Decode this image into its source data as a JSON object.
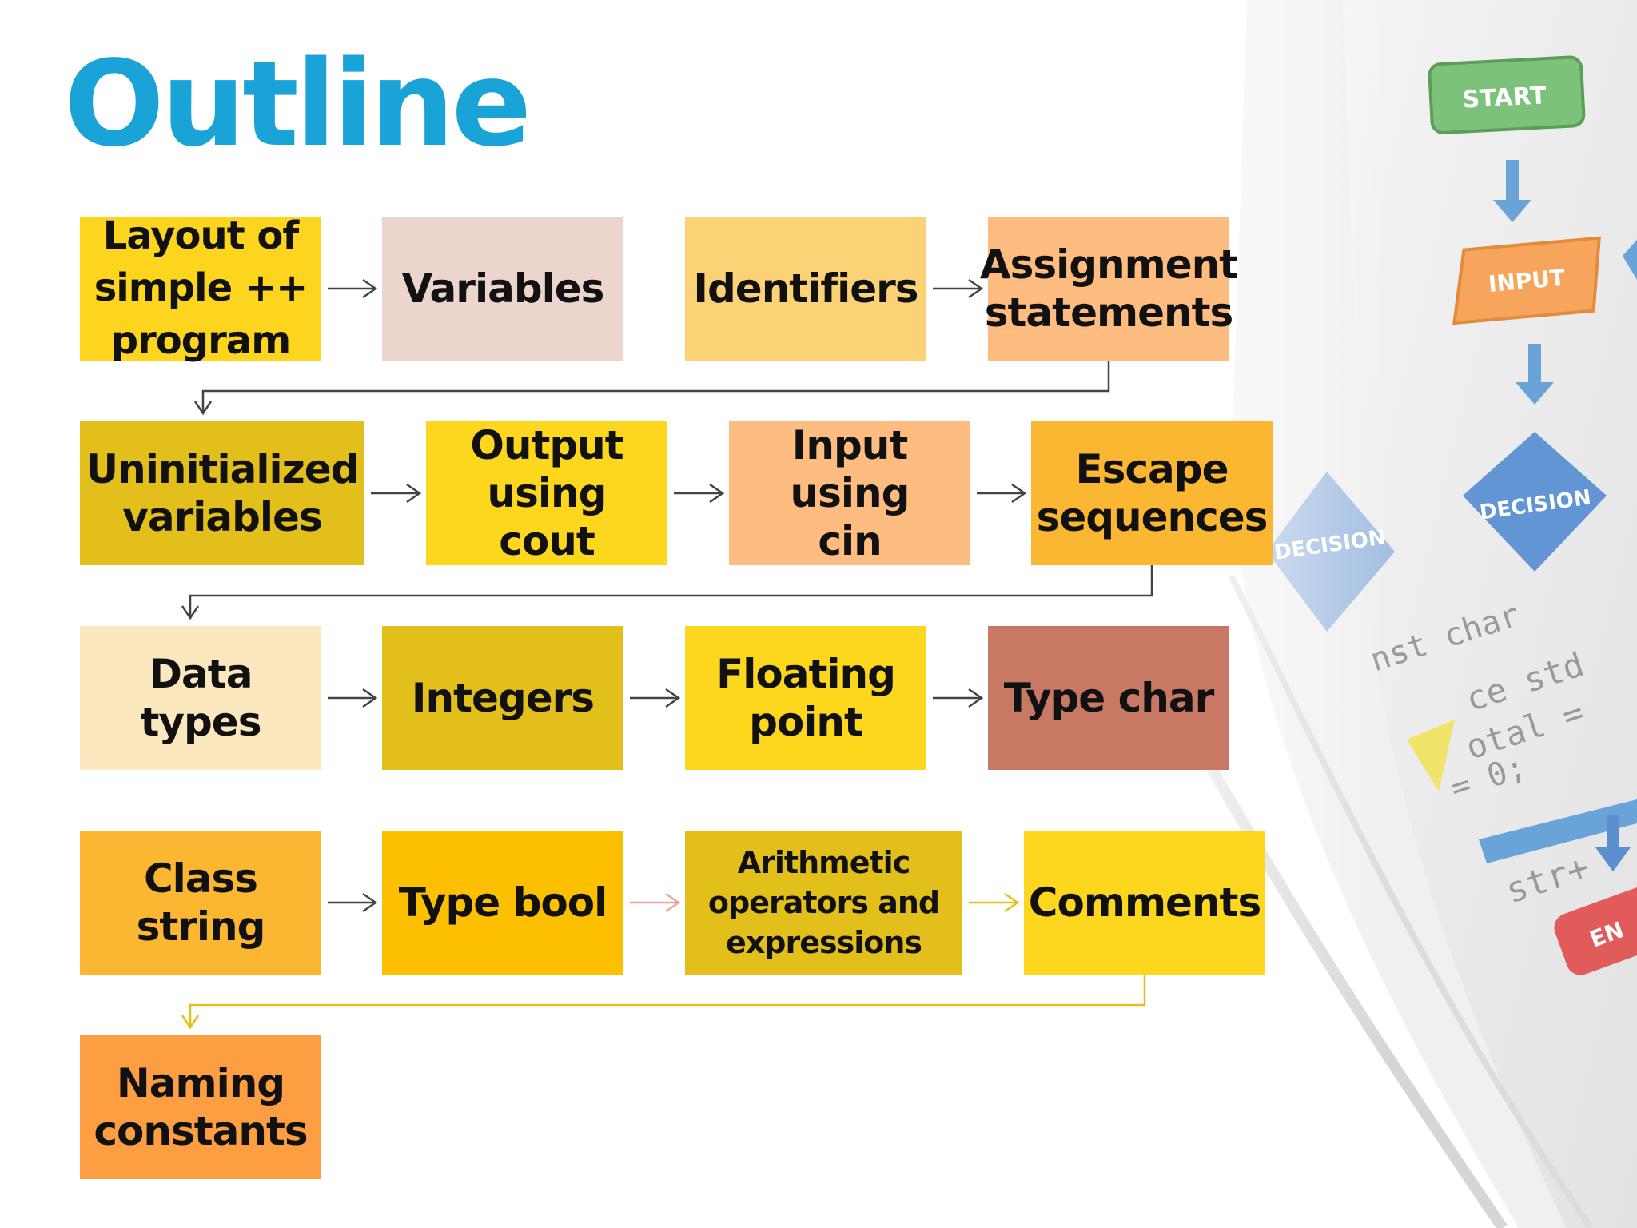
{
  "title": "Outline",
  "nodes": [
    {
      "id": "layout",
      "label": "Layout of\nsimple ++\nprogram",
      "color": "#fdd51e"
    },
    {
      "id": "variables",
      "label": "Variables",
      "color": "#ebd5cc"
    },
    {
      "id": "identifiers",
      "label": "Identifiers",
      "color": "#fbd275"
    },
    {
      "id": "assignment",
      "label": "Assignment\nstatements",
      "color": "#ffbc80"
    },
    {
      "id": "uninitialized",
      "label": "Uninitialized\nvariables",
      "color": "#e3bf1c"
    },
    {
      "id": "output",
      "label": "Output\nusing cout",
      "color": "#fdd61e"
    },
    {
      "id": "input",
      "label": "Input using\ncin",
      "color": "#ffbc80"
    },
    {
      "id": "escape",
      "label": "Escape\nsequences",
      "color": "#fbb732"
    },
    {
      "id": "datatypes",
      "label": "Data types",
      "color": "#fbe8be"
    },
    {
      "id": "integers",
      "label": "Integers",
      "color": "#e3bf1c"
    },
    {
      "id": "floating",
      "label": "Floating\npoint",
      "color": "#fdd61e"
    },
    {
      "id": "typechar",
      "label": "Type char",
      "color": "#c77963"
    },
    {
      "id": "classstring",
      "label": "Class string",
      "color": "#fbb732"
    },
    {
      "id": "typebool",
      "label": "Type bool",
      "color": "#fdc000"
    },
    {
      "id": "arithmetic",
      "label": "Arithmetic\noperators and\nexpressions",
      "color": "#e3bf1c"
    },
    {
      "id": "comments",
      "label": "Comments",
      "color": "#fdd61e"
    },
    {
      "id": "naming",
      "label": "Naming\nconstants",
      "color": "#fd9e42"
    }
  ],
  "edges": [
    {
      "from": "layout",
      "to": "variables",
      "color": "#444444"
    },
    {
      "from": "identifiers",
      "to": "assignment",
      "color": "#444444"
    },
    {
      "from": "assignment",
      "to": "uninitialized",
      "color": "#444444"
    },
    {
      "from": "uninitialized",
      "to": "output",
      "color": "#444444"
    },
    {
      "from": "output",
      "to": "input",
      "color": "#444444"
    },
    {
      "from": "input",
      "to": "escape",
      "color": "#444444"
    },
    {
      "from": "escape",
      "to": "datatypes",
      "color": "#444444"
    },
    {
      "from": "datatypes",
      "to": "integers",
      "color": "#444444"
    },
    {
      "from": "integers",
      "to": "floating",
      "color": "#444444"
    },
    {
      "from": "floating",
      "to": "typechar",
      "color": "#444444"
    },
    {
      "from": "classstring",
      "to": "typebool",
      "color": "#444444"
    },
    {
      "from": "typebool",
      "to": "arithmetic",
      "color": "#f0a39a"
    },
    {
      "from": "arithmetic",
      "to": "comments",
      "color": "#e3bf1c"
    },
    {
      "from": "comments",
      "to": "naming",
      "color": "#e3bf1c"
    }
  ],
  "background_art": {
    "start_label": "START",
    "input_label": "INPUT",
    "decision_label_1": "DECISION",
    "decision_label_2": "DECISION",
    "end_label": "EN",
    "code_fragments": [
      "nst char",
      "ce std",
      "otal =",
      "= 0;",
      "str+"
    ]
  }
}
